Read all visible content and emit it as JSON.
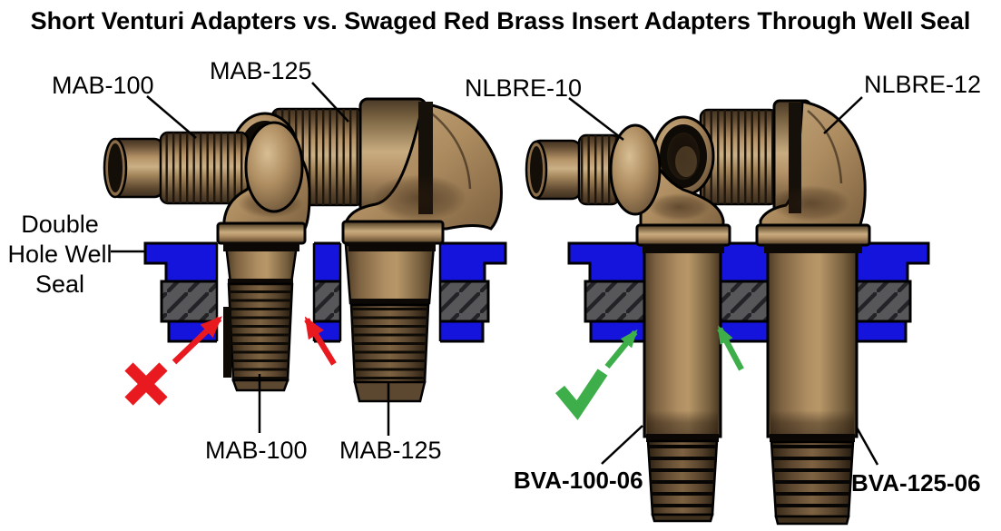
{
  "title": "Short Venturi Adapters vs. Swaged Red Brass Insert Adapters Through Well Seal",
  "left_group": {
    "label_top_1": "MAB-100",
    "label_top_2": "MAB-125",
    "well_seal_label": [
      "Double",
      "Hole Well",
      "Seal"
    ],
    "label_bottom_1": "MAB-100",
    "label_bottom_2": "MAB-125",
    "mark": "x-mark-icon"
  },
  "right_group": {
    "label_top_1": "NLBRE-10",
    "label_top_2": "NLBRE-12",
    "label_bottom_1": "BVA-100-06",
    "label_bottom_2": "BVA-125-06",
    "mark": "check-mark-icon"
  },
  "colors": {
    "seal_blue": "#1414DC",
    "gasket_gray": "#57575A",
    "bad_red": "#E8191F",
    "good_green": "#3EAE4B",
    "outline_black": "#000000",
    "brass_light": "#CBB086",
    "brass_mid": "#AD8C60",
    "brass_dark": "#5E4830",
    "background": "#FFFFFF"
  }
}
